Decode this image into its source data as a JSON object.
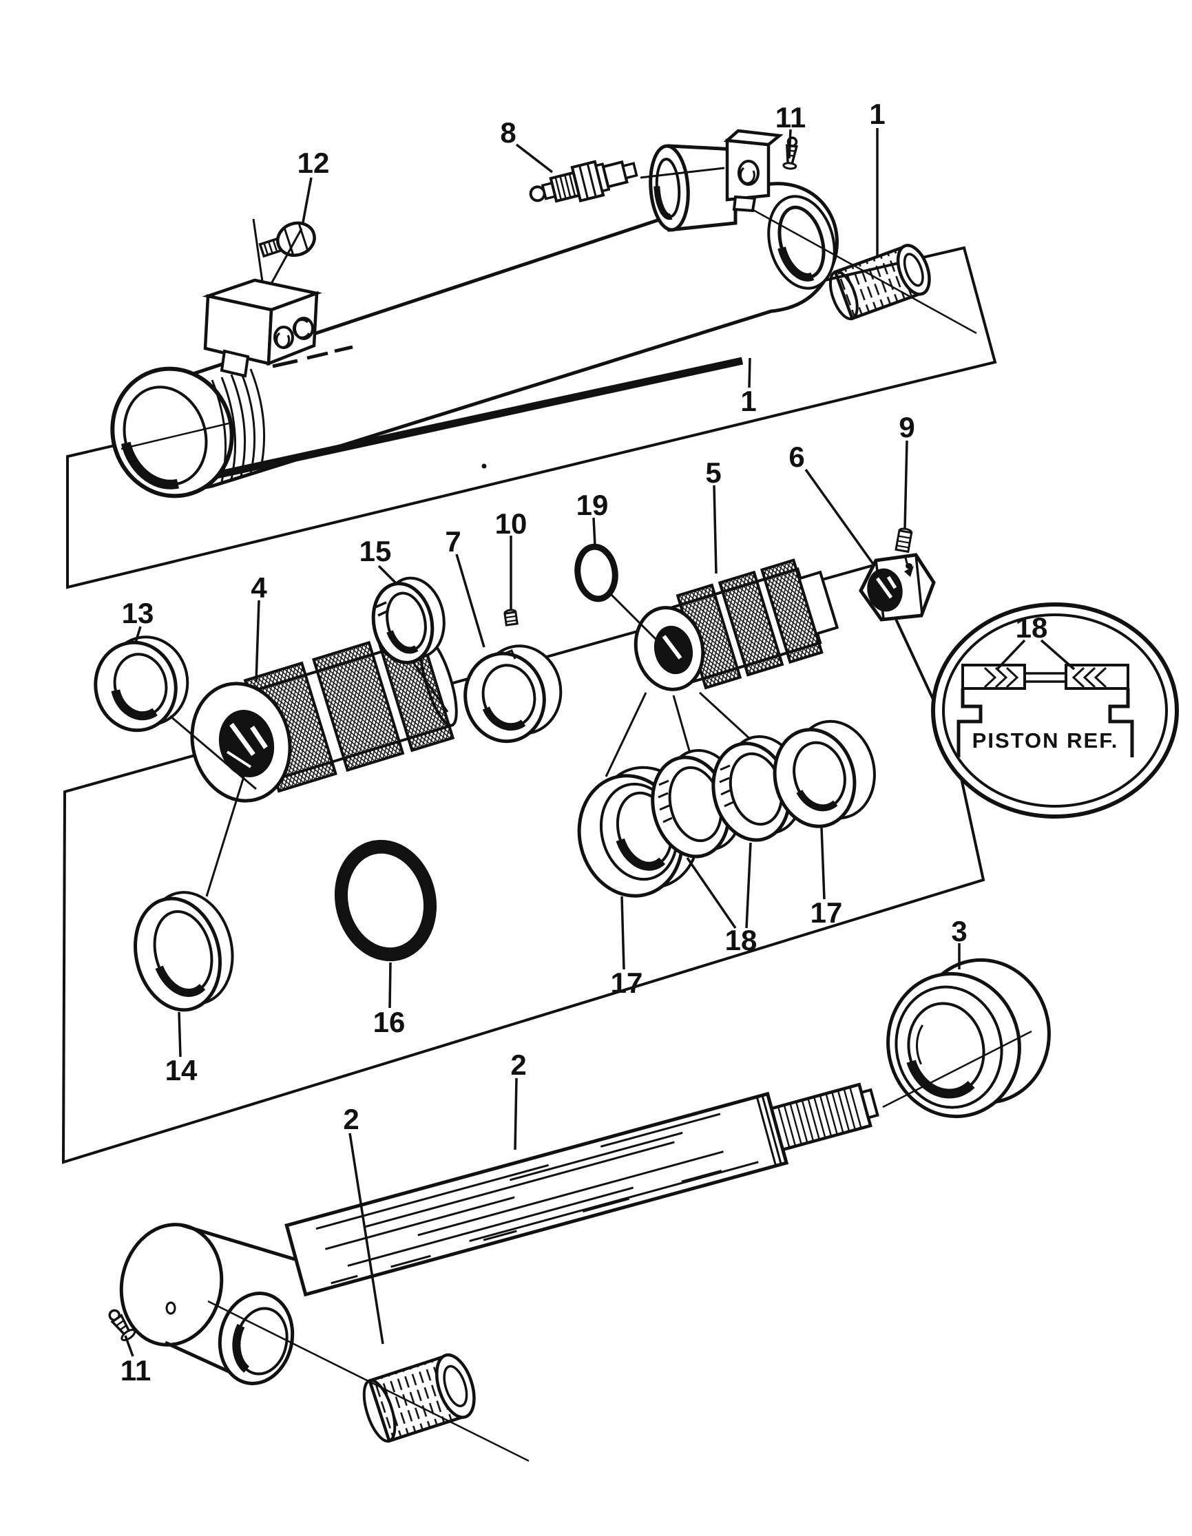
{
  "diagram": {
    "inset_caption": "PISTON REF.",
    "colors": {
      "ink": "#111111",
      "paper": "#ffffff"
    },
    "callouts": [
      {
        "text": "12"
      },
      {
        "text": "8"
      },
      {
        "text": "11"
      },
      {
        "text": "1"
      },
      {
        "text": "1"
      },
      {
        "text": "9"
      },
      {
        "text": "6"
      },
      {
        "text": "5"
      },
      {
        "text": "19"
      },
      {
        "text": "10"
      },
      {
        "text": "7"
      },
      {
        "text": "15"
      },
      {
        "text": "4"
      },
      {
        "text": "13"
      },
      {
        "text": "18"
      },
      {
        "text": "17"
      },
      {
        "text": "18"
      },
      {
        "text": "17"
      },
      {
        "text": "16"
      },
      {
        "text": "14"
      },
      {
        "text": "3"
      },
      {
        "text": "2"
      },
      {
        "text": "2"
      },
      {
        "text": "11"
      }
    ]
  }
}
